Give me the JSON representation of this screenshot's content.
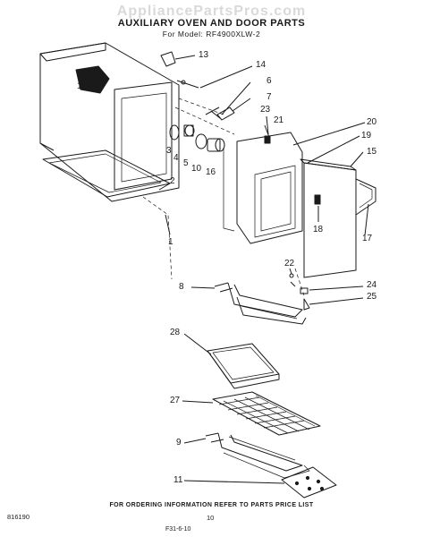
{
  "watermark": "AppliancePartsPros.com",
  "title": "AUXILIARY OVEN AND DOOR PARTS",
  "subtitle": "For Model: RF4900XLW-2",
  "callouts": [
    {
      "id": "c13",
      "label": "13"
    },
    {
      "id": "c14",
      "label": "14"
    },
    {
      "id": "c12",
      "label": "12"
    },
    {
      "id": "c6",
      "label": "6"
    },
    {
      "id": "c7",
      "label": "7"
    },
    {
      "id": "c23",
      "label": "23"
    },
    {
      "id": "c21",
      "label": "21"
    },
    {
      "id": "c20",
      "label": "20"
    },
    {
      "id": "c19",
      "label": "19"
    },
    {
      "id": "c15",
      "label": "15"
    },
    {
      "id": "c3",
      "label": "3"
    },
    {
      "id": "c4",
      "label": "4"
    },
    {
      "id": "c5",
      "label": "5"
    },
    {
      "id": "c10",
      "label": "10"
    },
    {
      "id": "c16",
      "label": "16"
    },
    {
      "id": "c2",
      "label": "2"
    },
    {
      "id": "c18",
      "label": "18"
    },
    {
      "id": "c17",
      "label": "17"
    },
    {
      "id": "c1",
      "label": "1"
    },
    {
      "id": "c22",
      "label": "22"
    },
    {
      "id": "c8",
      "label": "8"
    },
    {
      "id": "c24",
      "label": "24"
    },
    {
      "id": "c25",
      "label": "25"
    },
    {
      "id": "c28",
      "label": "28"
    },
    {
      "id": "c27",
      "label": "27"
    },
    {
      "id": "c9",
      "label": "9"
    },
    {
      "id": "c11",
      "label": "11"
    }
  ],
  "footer_note": "FOR ORDERING INFORMATION REFER TO PARTS PRICE LIST",
  "doc_number": "816190",
  "page_number": "10",
  "revision_code": "F31-6-10"
}
